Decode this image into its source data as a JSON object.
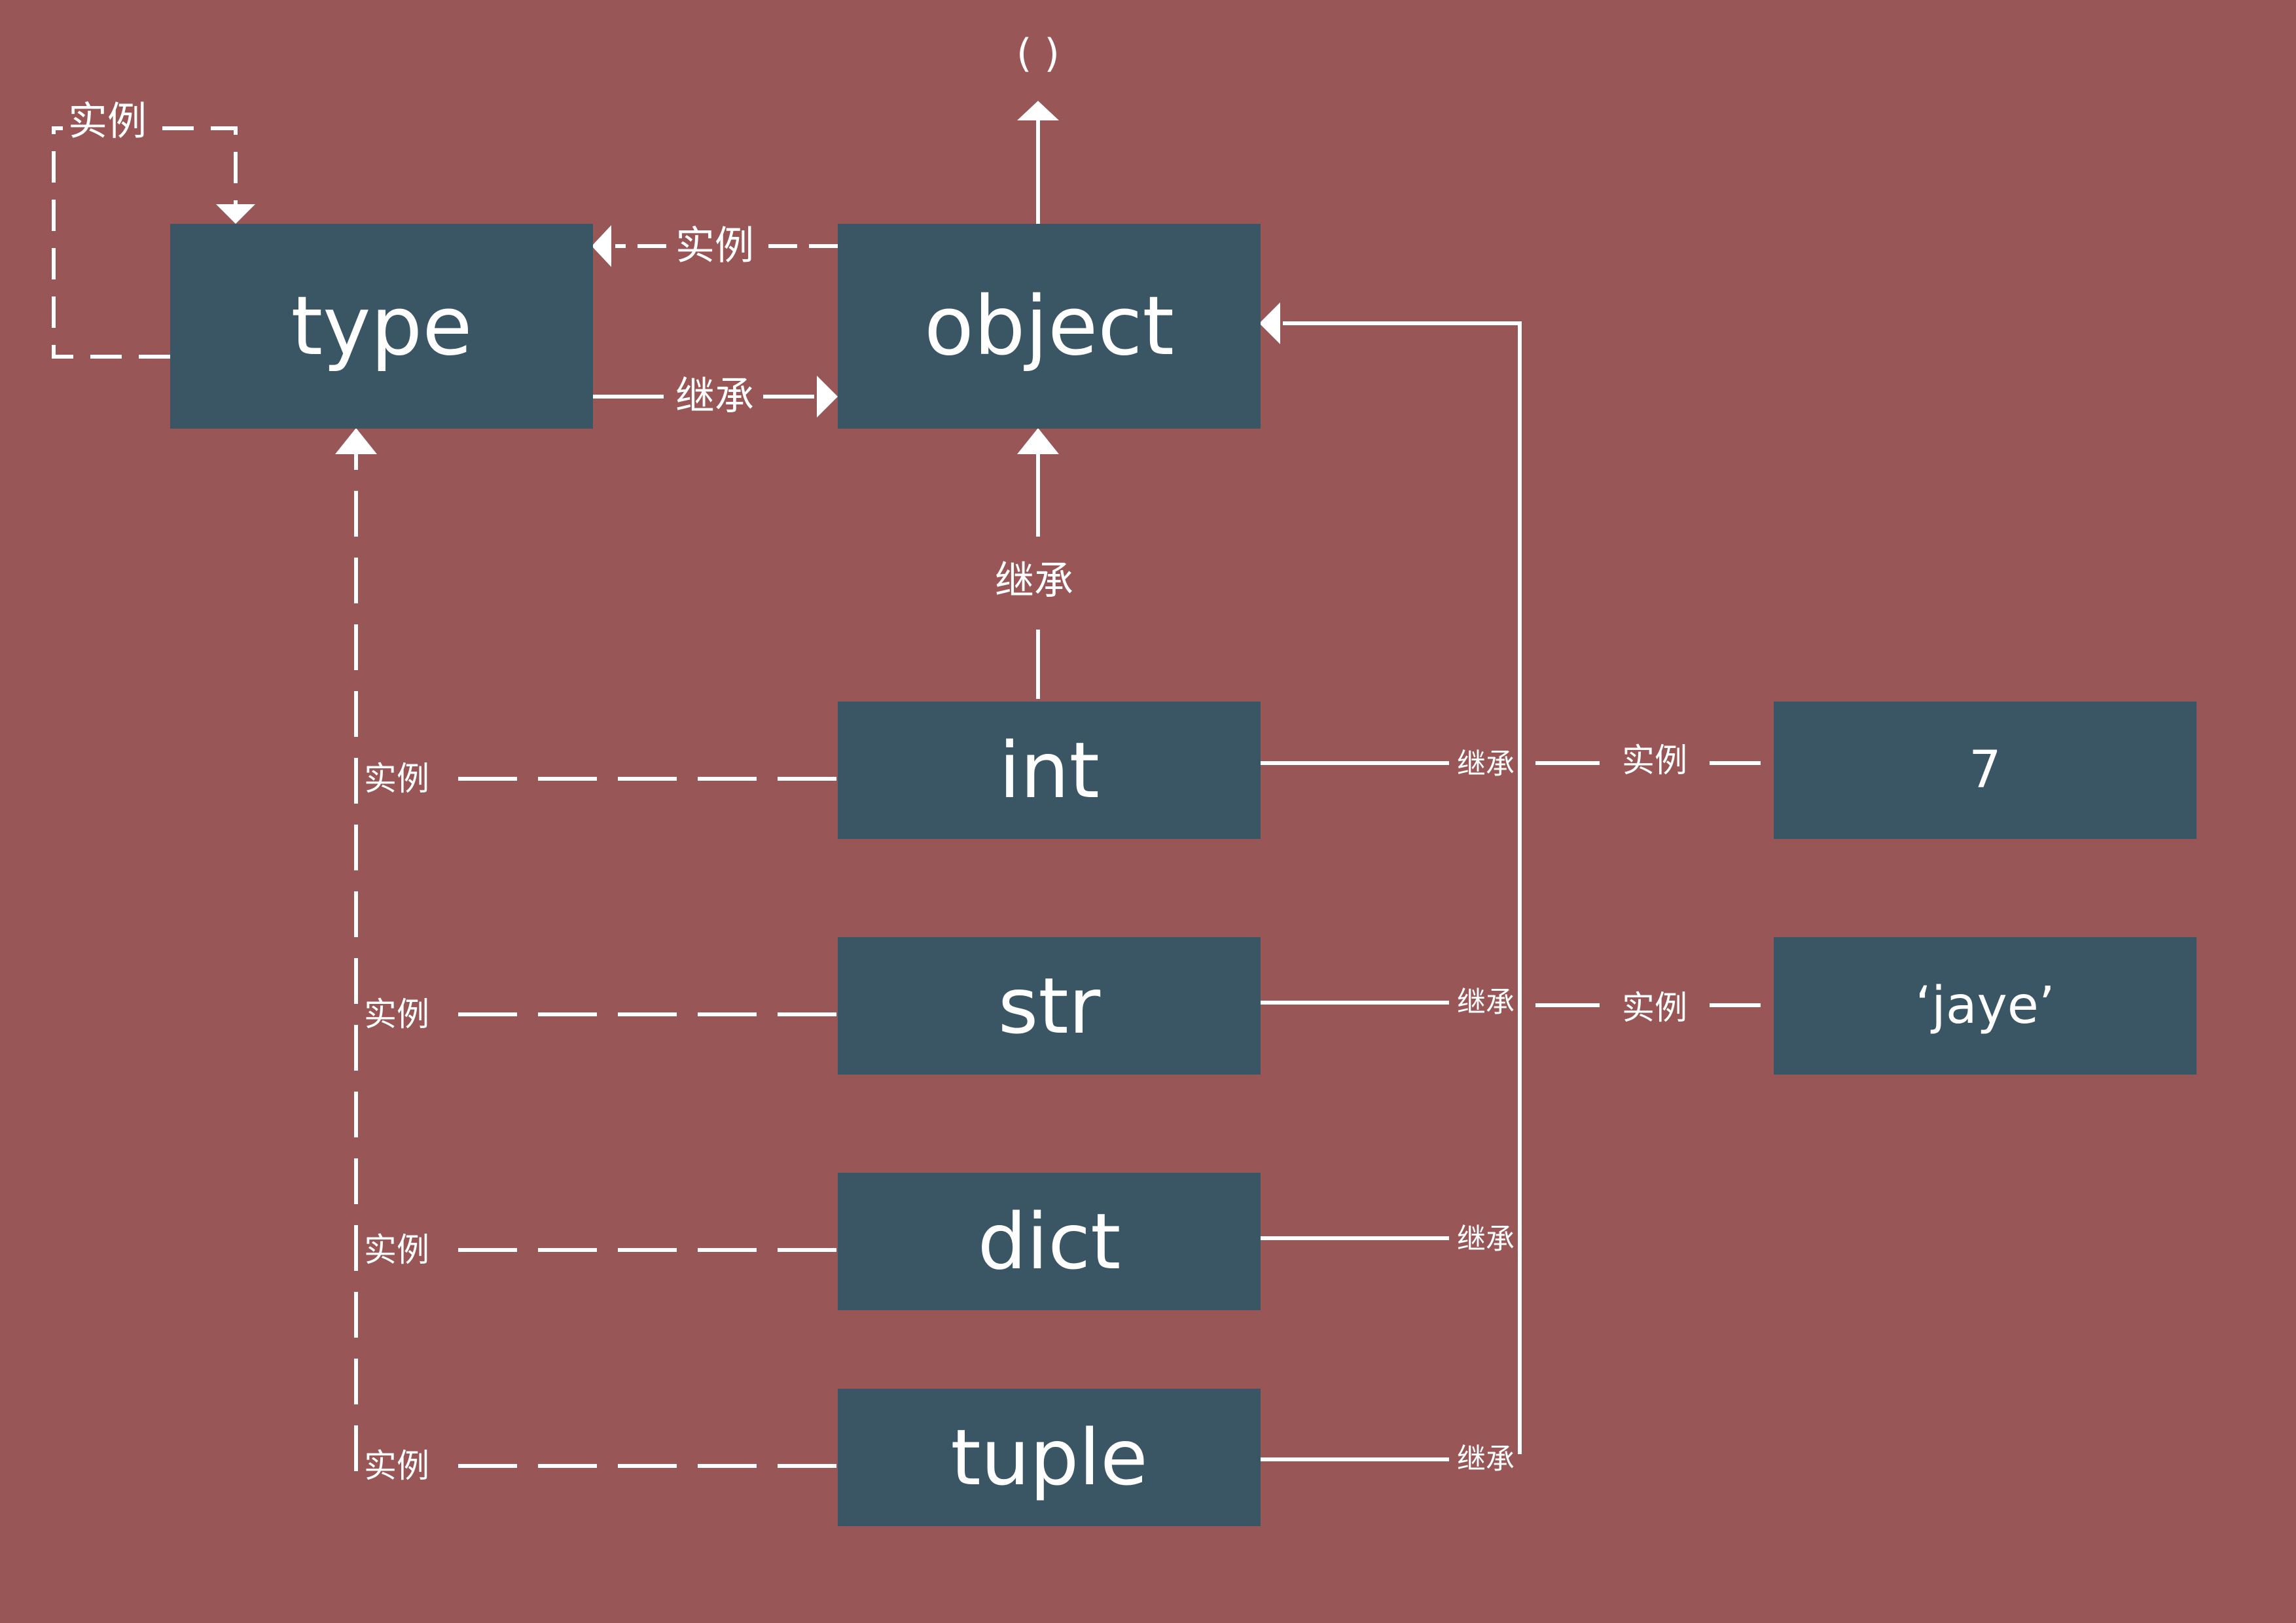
{
  "nodes": {
    "type": "type",
    "object": "object",
    "int": "int",
    "str": "str",
    "dict": "dict",
    "tuple": "tuple",
    "seven": "7",
    "jaye": "‘jaye’"
  },
  "top": "( )",
  "edge_labels": {
    "instance": "实例",
    "inherit": "继承"
  },
  "colors": {
    "background": "#985656",
    "node": "#3A5563",
    "line": "#ffffff"
  }
}
